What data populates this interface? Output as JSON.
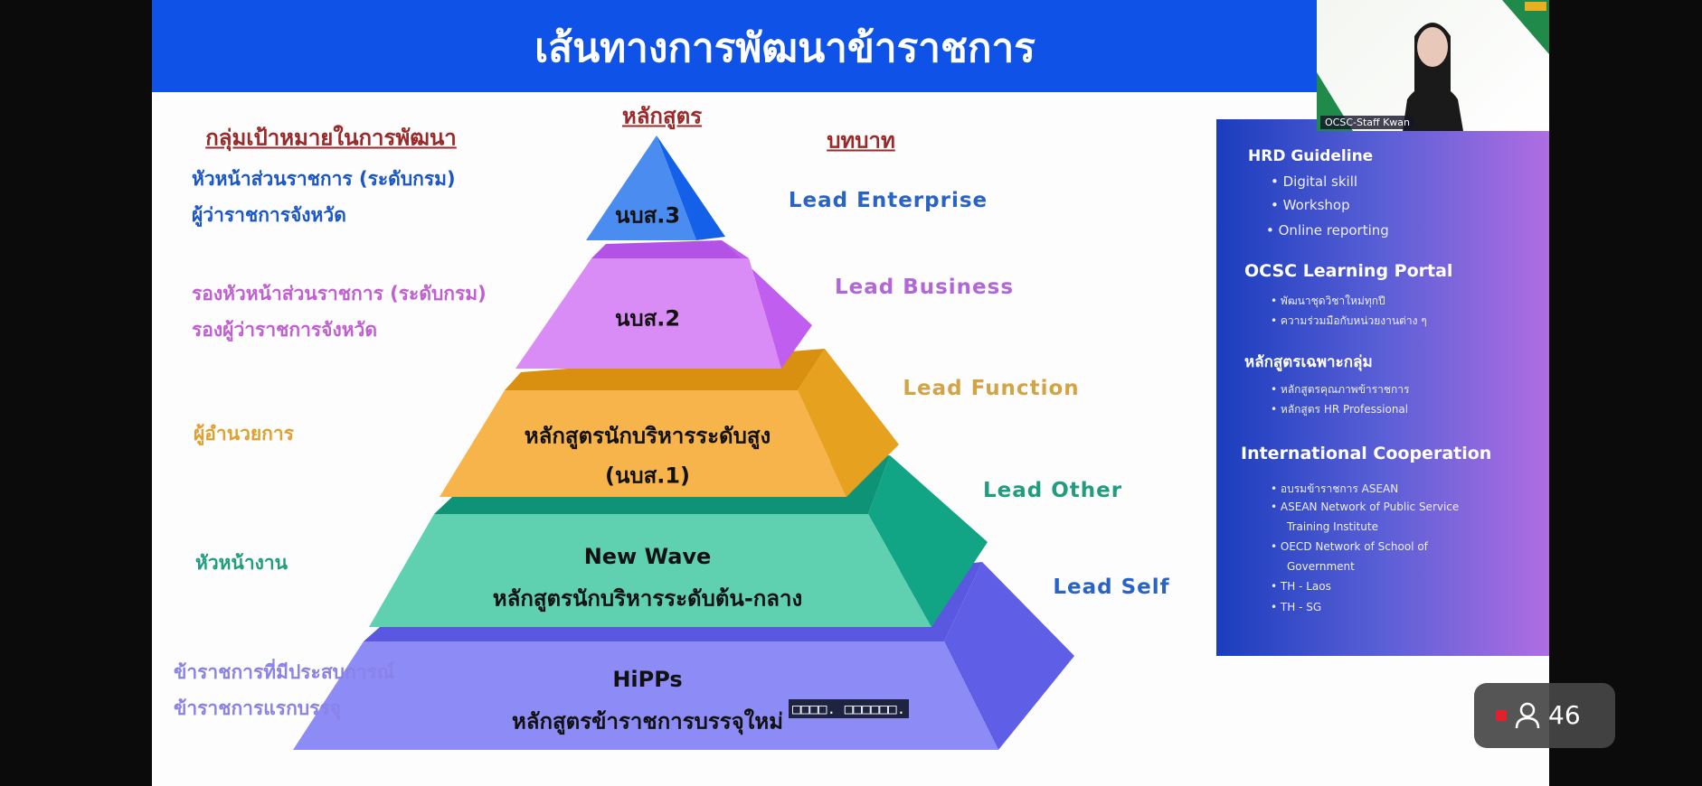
{
  "slide": {
    "title": "เส้นทางการพัฒนาข้าราชการ",
    "headings": {
      "target_groups": "กลุ่มเป้าหมายในการพัฒนา",
      "courses": "หลักสูตร",
      "roles": "บทบาท"
    },
    "target_groups": [
      {
        "lines": [
          "หัวหน้าส่วนราชการ (ระดับกรม)",
          "ผู้ว่าราชการจังหวัด"
        ],
        "color": "#1a56c8"
      },
      {
        "lines": [
          "รองหัวหน้าส่วนราชการ (ระดับกรม)",
          "รองผู้ว่าราชการจังหวัด"
        ],
        "color": "#c060d0"
      },
      {
        "lines": [
          "ผู้อำนวยการ"
        ],
        "color": "#e0a030"
      },
      {
        "lines": [
          "หัวหน้างาน"
        ],
        "color": "#1f9d7e"
      },
      {
        "lines": [
          "ข้าราชการที่มีประสบการณ์",
          "ข้าราชการแรกบรรจุ"
        ],
        "color": "#8a82e6"
      }
    ],
    "pyramid": [
      {
        "lines": [
          "นบส.3"
        ],
        "color": "#4a8cf0"
      },
      {
        "lines": [
          "นบส.2"
        ],
        "color": "#d98cf5"
      },
      {
        "lines": [
          "หลักสูตรนักบริหารระดับสูง",
          "(นบส.1)"
        ],
        "color": "#f7b44a"
      },
      {
        "lines": [
          "New Wave",
          "หลักสูตรนักบริหารระดับต้น-กลาง"
        ],
        "color": "#5fd0b0"
      },
      {
        "lines": [
          "HiPPs",
          "หลักสูตรข้าราชการบรรจุใหม่"
        ],
        "color": "#8d8cf7"
      }
    ],
    "roles": [
      {
        "label": "Lead Enterprise",
        "color": "#2a63c8"
      },
      {
        "label": "Lead Business",
        "color": "#b366d6"
      },
      {
        "label": "Lead Function",
        "color": "#d3a445"
      },
      {
        "label": "Lead Other",
        "color": "#1f9d7e"
      },
      {
        "label": "Lead Self",
        "color": "#2a63c8"
      }
    ],
    "caption_overlay": "□□□□. □□□□□□."
  },
  "panel": {
    "sections": [
      {
        "title": "HRD Guideline",
        "items": [
          "Digital skill",
          "Workshop",
          "Online reporting"
        ]
      },
      {
        "title": "OCSC Learning Portal",
        "items": [
          "พัฒนาชุดวิชาใหม่ทุกปี",
          "ความร่วมมือกับหน่วยงานต่าง ๆ"
        ]
      },
      {
        "title": "หลักสูตรเฉพาะกลุ่ม",
        "items": [
          "หลักสูตรคุณภาพข้าราชการ",
          "หลักสูตร HR Professional"
        ]
      },
      {
        "title": "International Cooperation",
        "items": [
          "อบรมข้าราชการ ASEAN",
          "ASEAN Network of Public Service",
          "Training Institute",
          "OECD Network of School of",
          "Government",
          "TH - Laos",
          "TH - SG"
        ]
      }
    ]
  },
  "video": {
    "name": "OCSC-Staff Kwan"
  },
  "viewers": {
    "count": "46",
    "icon": "person-icon",
    "live_color": "#e0202a"
  }
}
